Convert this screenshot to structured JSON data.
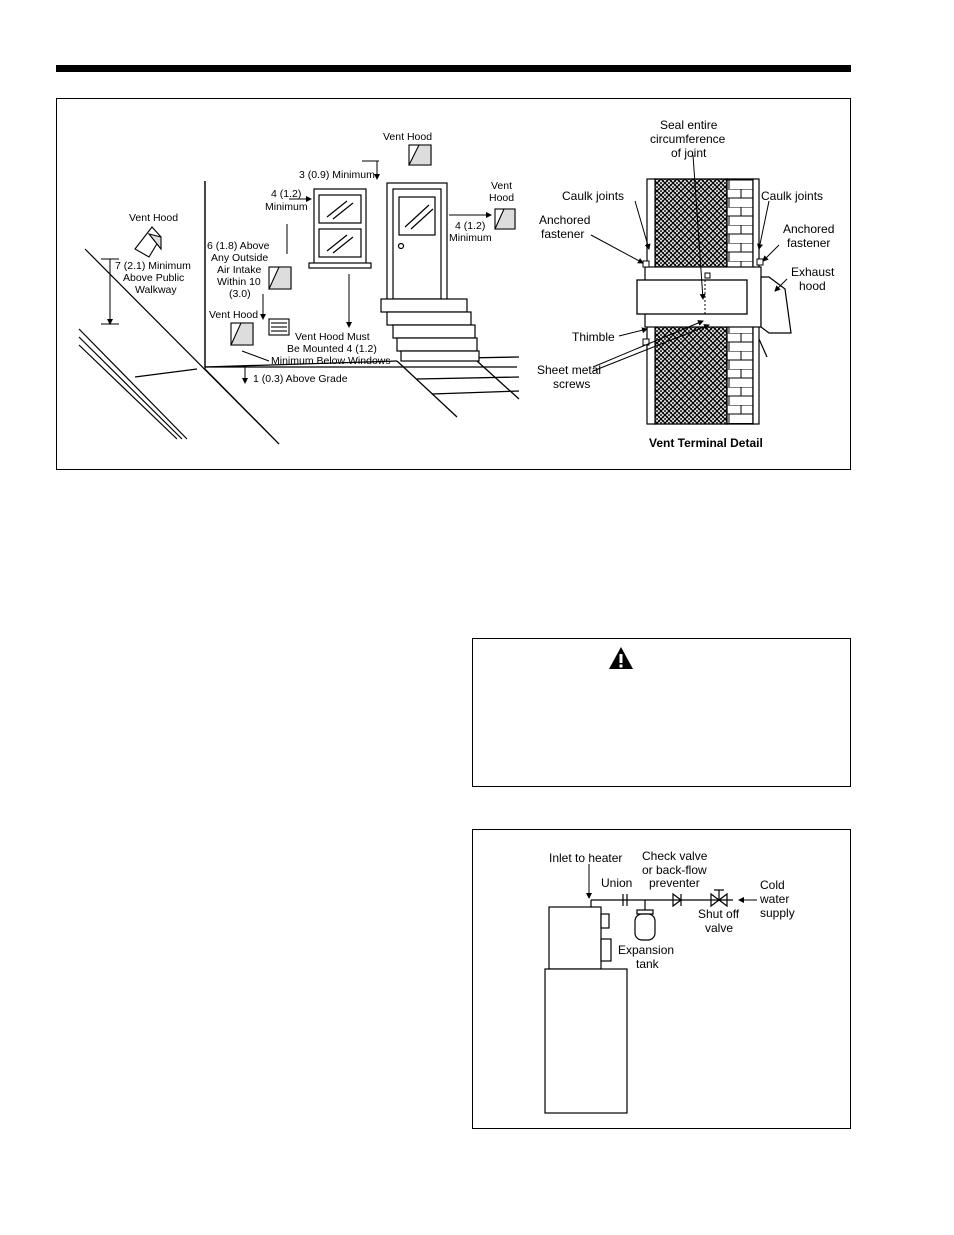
{
  "figure1": {
    "labels": {
      "vent_hood_top": "Vent Hood",
      "min_3": "3 (0.9) Minimum",
      "vent_hood_right_1": "Vent",
      "vent_hood_right_2": "Hood",
      "min_4_left_1": "4 (1.2)",
      "min_4_left_2": "Minimum",
      "min_4_right_1": "4 (1.2)",
      "min_4_right_2": "Minimum",
      "vent_hood_left": "Vent Hood",
      "walkway_1": "7 (2.1) Minimum",
      "walkway_2": "Above Public",
      "walkway_3": "Walkway",
      "intake_1": "6 (1.8) Above",
      "intake_2": "Any Outside",
      "intake_3": "Air Intake",
      "intake_4": "Within 10",
      "intake_5": "(3.0)",
      "vent_hood_low": "Vent Hood",
      "mount_1": "Vent Hood Must",
      "mount_2": "Be Mounted 4 (1.2)",
      "mount_3": "Minimum Below Windows",
      "grade": "1 (0.3) Above Grade"
    },
    "detail": {
      "seal_1": "Seal entire",
      "seal_2": "circumference",
      "seal_3": "of joint",
      "caulk_left": "Caulk joints",
      "caulk_right": "Caulk joints",
      "anchored_left_1": "Anchored",
      "anchored_left_2": "fastener",
      "anchored_right_1": "Anchored",
      "anchored_right_2": "fastener",
      "exhaust_1": "Exhaust",
      "exhaust_2": "hood",
      "thimble": "Thimble",
      "screws_1": "Sheet metal",
      "screws_2": "screws",
      "caption": "Vent Terminal Detail"
    }
  },
  "figure2": {
    "inlet": "Inlet to heater",
    "union": "Union",
    "check_1": "Check valve",
    "check_2": "or back-flow",
    "check_3": "preventer",
    "cold_1": "Cold",
    "cold_2": "water",
    "cold_3": "supply",
    "shutoff_1": "Shut off",
    "shutoff_2": "valve",
    "expansion_1": "Expansion",
    "expansion_2": "tank"
  }
}
